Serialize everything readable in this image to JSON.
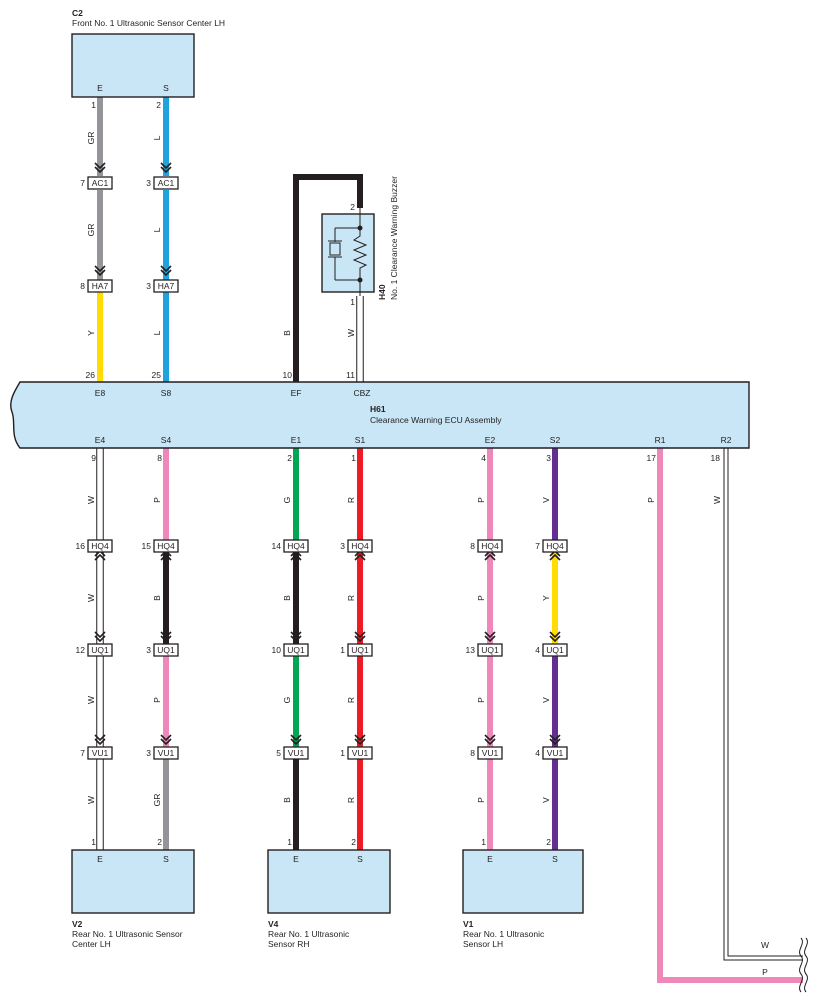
{
  "components": {
    "C2": {
      "code": "C2",
      "name": "Front No.  1 Ultrasonic Sensor Center LH",
      "pin_e": "E",
      "pin_s": "S"
    },
    "H40": {
      "code": "H40",
      "name": "No.  1 Clearance Warning Buzzer",
      "pin_top": "2",
      "pin_bottom": "1"
    },
    "H61": {
      "code": "H61",
      "name": "Clearance Warning ECU Assembly"
    },
    "V2": {
      "code": "V2",
      "line1": "Rear No.  1 Ultrasonic Sensor",
      "line2": "Center LH",
      "pin_e": "E",
      "pin_s": "S"
    },
    "V4": {
      "code": "V4",
      "line1": "Rear No.  1 Ultrasonic",
      "line2": "Sensor RH",
      "pin_e": "E",
      "pin_s": "S"
    },
    "V1": {
      "code": "V1",
      "line1": "Rear No.  1 Ultrasonic",
      "line2": "Sensor LH",
      "pin_e": "E",
      "pin_s": "S"
    }
  },
  "ecu_top_terminals": [
    {
      "name": "E8",
      "pin": "26"
    },
    {
      "name": "S8",
      "pin": "25"
    },
    {
      "name": "EF",
      "pin": "10"
    },
    {
      "name": "CBZ",
      "pin": "11"
    }
  ],
  "ecu_bottom_terminals": [
    {
      "name": "E4",
      "pin": "9"
    },
    {
      "name": "S4",
      "pin": "8"
    },
    {
      "name": "E1",
      "pin": "2"
    },
    {
      "name": "S1",
      "pin": "1"
    },
    {
      "name": "E2",
      "pin": "4"
    },
    {
      "name": "S2",
      "pin": "3"
    },
    {
      "name": "R1",
      "pin": "17"
    },
    {
      "name": "R2",
      "pin": "18"
    }
  ],
  "colors": {
    "GR": "#939598",
    "L": "#1ea3dd",
    "Y": "#ffdd00",
    "B": "#231f20",
    "W": "#ffffff",
    "P": "#f087bb",
    "G": "#00a651",
    "R": "#ed1c24",
    "V": "#662d91",
    "component": "#c8e6f5"
  },
  "wires": [
    {
      "id": "c2-e",
      "from_pin": "1",
      "mid_pin_1": "7",
      "conn_1": "AC1",
      "mid_pin_2": "8",
      "conn_2": "HA7",
      "to_pin": "26",
      "segments": [
        "GR",
        "GR",
        "Y"
      ]
    },
    {
      "id": "c2-s",
      "from_pin": "2",
      "mid_pin_1": "3",
      "conn_1": "AC1",
      "mid_pin_2": "3",
      "conn_2": "HA7",
      "to_pin": "25",
      "segments": [
        "L",
        "L",
        "L"
      ]
    },
    {
      "id": "buzzer-ef",
      "segments": [
        "B"
      ]
    },
    {
      "id": "buzzer-cbz",
      "segments": [
        "W"
      ]
    },
    {
      "id": "v2-e",
      "pin_hq": "16",
      "pin_uq": "12",
      "pin_vu": "7",
      "pin_sensor": "1",
      "segments": [
        "W",
        "W",
        "W",
        "W"
      ]
    },
    {
      "id": "v2-s",
      "pin_hq": "15",
      "pin_uq": "3",
      "pin_vu": "3",
      "pin_sensor": "2",
      "segments": [
        "P",
        "B",
        "P",
        "GR"
      ]
    },
    {
      "id": "v4-e",
      "pin_hq": "14",
      "pin_uq": "10",
      "pin_vu": "5",
      "pin_sensor": "1",
      "segments": [
        "G",
        "B",
        "G",
        "B"
      ]
    },
    {
      "id": "v4-s",
      "pin_hq": "3",
      "pin_uq": "1",
      "pin_vu": "1",
      "pin_sensor": "2",
      "segments": [
        "R",
        "R",
        "R",
        "R"
      ]
    },
    {
      "id": "v1-e",
      "pin_hq": "8",
      "pin_uq": "13",
      "pin_vu": "8",
      "pin_sensor": "1",
      "segments": [
        "P",
        "P",
        "P",
        "P"
      ]
    },
    {
      "id": "v1-s",
      "pin_hq": "7",
      "pin_uq": "4",
      "pin_vu": "4",
      "pin_sensor": "2",
      "segments": [
        "V",
        "Y",
        "V",
        "V"
      ]
    },
    {
      "id": "r1",
      "segments": [
        "P"
      ],
      "exit_label": "P"
    },
    {
      "id": "r2",
      "segments": [
        "W"
      ],
      "exit_label": "W"
    }
  ],
  "connectors": {
    "hq": "HQ4",
    "uq": "UQ1",
    "vu": "VU1"
  }
}
